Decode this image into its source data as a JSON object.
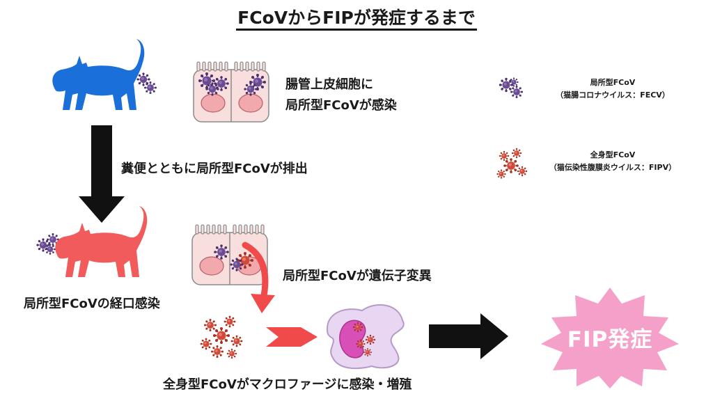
{
  "title": "FCoVからFIPが発症するまで",
  "labels": {
    "infection_line1": "腸管上皮細胞に",
    "infection_line2": "局所型FCoVが感染",
    "excretion": "糞便とともに局所型FCoVが排出",
    "oral_infection": "局所型FCoVの経口感染",
    "mutation": "局所型FCoVが遺伝子変異",
    "macrophage": "全身型FCoVがマクロファージに感染・増殖",
    "fip_onset": "FIP発症"
  },
  "legend": [
    {
      "name": "局所型FCoV",
      "detail": "（猫腸コロナウイルス：FECV）",
      "icon": "local-fcov-virus-icon",
      "color": "#6a4c93"
    },
    {
      "name": "全身型FCoV",
      "detail": "（猫伝染性腹膜炎ウイルス：FIPV）",
      "icon": "systemic-fcov-virus-icon",
      "color": "#cf4a3a"
    }
  ],
  "colors": {
    "cat_healthy": "#1b6fd9",
    "cat_infected": "#f25b5b",
    "local_virus": "#6a4c93",
    "systemic_virus": "#cf4a3a",
    "cell_fill": "#f9dede",
    "nucleus": "#f1a9ad",
    "macrophage": "#e8d6f2",
    "burst": "#f5a0c8",
    "arrow_black": "#111111",
    "arrow_red": "#f04a4a"
  }
}
